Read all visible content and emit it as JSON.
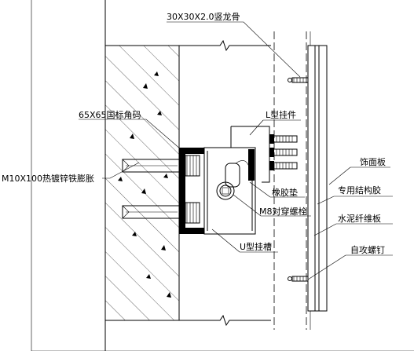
{
  "labels": {
    "keel": "30X30X2.0竖龙骨",
    "l_hanger": "L型挂件",
    "angle_code": "65X65国标角码",
    "facing_board": "饰面板",
    "anchor_bolt": "M10X100热镀锌铁膨胀",
    "structural_glue": "专用结构胶",
    "rubber_pad": "橡胶垫",
    "through_bolt": "M8对穿螺栓",
    "cement_board": "水泥纤维板",
    "u_channel": "U型挂槽",
    "tapping_screw": "自攻螺钉"
  }
}
